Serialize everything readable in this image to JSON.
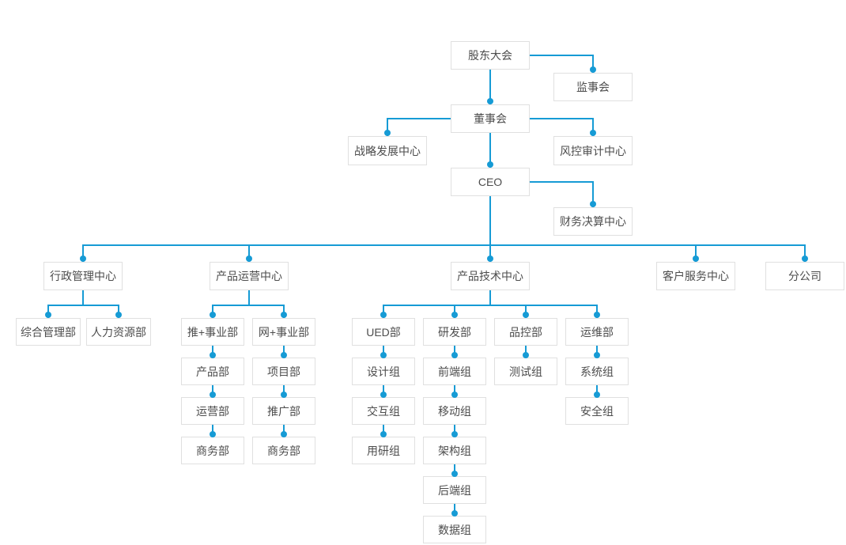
{
  "diagram": {
    "type": "org-chart",
    "root_label": "股东大会"
  },
  "colors": {
    "connector_line": "#169BD5",
    "node_border": "#e0e0e0",
    "node_text": "#4d4d4d",
    "background": "#ffffff"
  },
  "nodes": [
    {
      "id": "shareholders",
      "label": "股东大会",
      "parent": null
    },
    {
      "id": "supervisory",
      "label": "监事会",
      "parent": "shareholders"
    },
    {
      "id": "board",
      "label": "董事会",
      "parent": "shareholders"
    },
    {
      "id": "strategy",
      "label": "战略发展中心",
      "parent": "board"
    },
    {
      "id": "risk",
      "label": "风控审计中心",
      "parent": "board"
    },
    {
      "id": "ceo",
      "label": "CEO",
      "parent": "board"
    },
    {
      "id": "finance",
      "label": "财务决算中心",
      "parent": "ceo"
    },
    {
      "id": "admin",
      "label": "行政管理中心",
      "parent": "ceo"
    },
    {
      "id": "prodops",
      "label": "产品运营中心",
      "parent": "ceo"
    },
    {
      "id": "prodtech",
      "label": "产品技术中心",
      "parent": "ceo"
    },
    {
      "id": "custsvc",
      "label": "客户服务中心",
      "parent": "ceo"
    },
    {
      "id": "branch",
      "label": "分公司",
      "parent": "ceo"
    },
    {
      "id": "general",
      "label": "综合管理部",
      "parent": "admin"
    },
    {
      "id": "hr",
      "label": "人力资源部",
      "parent": "admin"
    },
    {
      "id": "tui",
      "label": "推+事业部",
      "parent": "prodops"
    },
    {
      "id": "wang",
      "label": "网+事业部",
      "parent": "prodops"
    },
    {
      "id": "product",
      "label": "产品部",
      "parent": "tui"
    },
    {
      "id": "project",
      "label": "项目部",
      "parent": "wang"
    },
    {
      "id": "yunying",
      "label": "运营部",
      "parent": "product"
    },
    {
      "id": "tuiguang",
      "label": "推广部",
      "parent": "project"
    },
    {
      "id": "shangwu1",
      "label": "商务部",
      "parent": "yunying"
    },
    {
      "id": "shangwu2",
      "label": "商务部",
      "parent": "tuiguang"
    },
    {
      "id": "ued",
      "label": "UED部",
      "parent": "prodtech"
    },
    {
      "id": "yanfa",
      "label": "研发部",
      "parent": "prodtech"
    },
    {
      "id": "pinkong",
      "label": "品控部",
      "parent": "prodtech"
    },
    {
      "id": "yunwei",
      "label": "运维部",
      "parent": "prodtech"
    },
    {
      "id": "sheji",
      "label": "设计组",
      "parent": "ued"
    },
    {
      "id": "qianduan",
      "label": "前端组",
      "parent": "yanfa"
    },
    {
      "id": "ceshi",
      "label": "测试组",
      "parent": "pinkong"
    },
    {
      "id": "xitong",
      "label": "系统组",
      "parent": "yunwei"
    },
    {
      "id": "jiaohu",
      "label": "交互组",
      "parent": "sheji"
    },
    {
      "id": "yidong",
      "label": "移动组",
      "parent": "qianduan"
    },
    {
      "id": "anquan",
      "label": "安全组",
      "parent": "xitong"
    },
    {
      "id": "yongyan",
      "label": "用研组",
      "parent": "jiaohu"
    },
    {
      "id": "jiagou",
      "label": "架构组",
      "parent": "yidong"
    },
    {
      "id": "houduan",
      "label": "后端组",
      "parent": "jiagou"
    },
    {
      "id": "shuju",
      "label": "数据组",
      "parent": "houduan"
    }
  ]
}
